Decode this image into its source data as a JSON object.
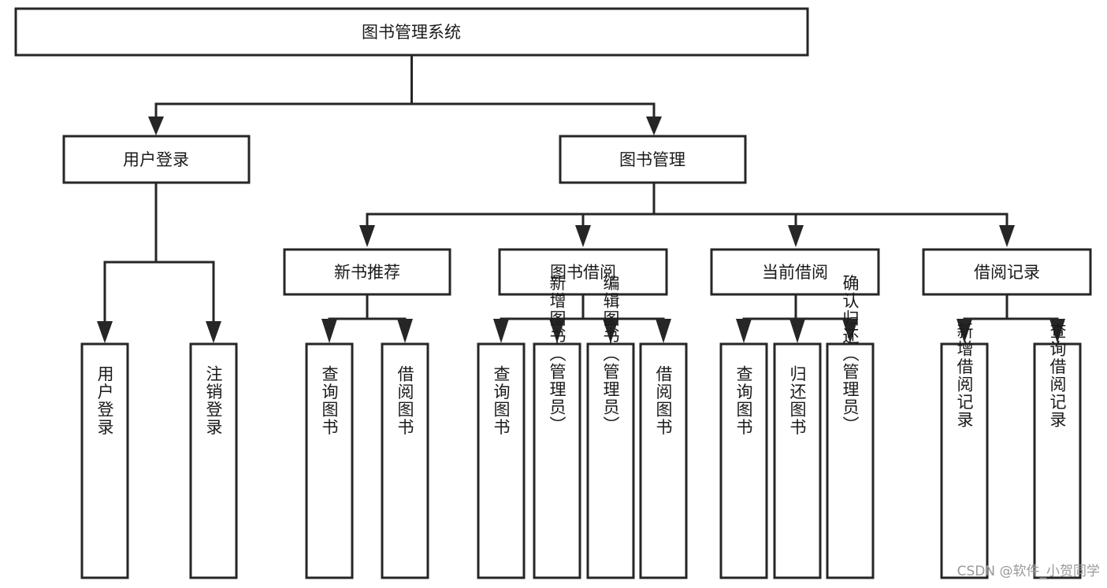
{
  "diagram": {
    "title": "图书管理系统",
    "type": "tree-hierarchy",
    "watermark": "CSDN @软件_小贺同学",
    "colors": {
      "stroke": "#262626",
      "fill": "#ffffff",
      "text": "#1a1a1a",
      "watermark": "#9a9a9a",
      "background": "#ffffff"
    },
    "root": {
      "id": "root",
      "label": "图书管理系统",
      "orientation": "horizontal"
    },
    "level2": [
      {
        "id": "user-login",
        "label": "用户登录",
        "orientation": "horizontal"
      },
      {
        "id": "book-management",
        "label": "图书管理",
        "orientation": "horizontal"
      }
    ],
    "level3": [
      {
        "id": "new-book-recommend",
        "label": "新书推荐",
        "orientation": "horizontal",
        "parent": "book-management"
      },
      {
        "id": "book-borrow",
        "label": "图书借阅",
        "orientation": "horizontal",
        "parent": "book-management"
      },
      {
        "id": "current-borrow",
        "label": "当前借阅",
        "orientation": "horizontal",
        "parent": "book-management"
      },
      {
        "id": "borrow-record",
        "label": "借阅记录",
        "orientation": "horizontal",
        "parent": "book-management"
      }
    ],
    "leaves": [
      {
        "id": "leaf-user-login",
        "label": "用户登录",
        "orientation": "vertical",
        "parent": "user-login"
      },
      {
        "id": "leaf-user-logout",
        "label": "注销登录",
        "orientation": "vertical",
        "parent": "user-login"
      },
      {
        "id": "leaf-query-book-1",
        "label": "查询图书",
        "orientation": "vertical",
        "parent": "new-book-recommend"
      },
      {
        "id": "leaf-borrow-book-1",
        "label": "借阅图书",
        "orientation": "vertical",
        "parent": "new-book-recommend"
      },
      {
        "id": "leaf-query-book-2",
        "label": "查询图书",
        "orientation": "vertical",
        "parent": "book-borrow"
      },
      {
        "id": "leaf-add-book-admin",
        "label": "新增图书（管理员）",
        "orientation": "vertical",
        "parent": "book-borrow"
      },
      {
        "id": "leaf-edit-book-admin",
        "label": "编辑图书（管理员）",
        "orientation": "vertical",
        "parent": "book-borrow"
      },
      {
        "id": "leaf-borrow-book-2",
        "label": "借阅图书",
        "orientation": "vertical",
        "parent": "book-borrow"
      },
      {
        "id": "leaf-query-book-3",
        "label": "查询图书",
        "orientation": "vertical",
        "parent": "current-borrow"
      },
      {
        "id": "leaf-return-book",
        "label": "归还图书",
        "orientation": "vertical",
        "parent": "current-borrow"
      },
      {
        "id": "leaf-confirm-return-admin",
        "label": "确认归还（管理员）",
        "orientation": "vertical",
        "parent": "current-borrow"
      },
      {
        "id": "leaf-add-borrow-record",
        "label": "新增借阅记录",
        "orientation": "vertical",
        "parent": "borrow-record"
      },
      {
        "id": "leaf-query-borrow-record",
        "label": "查询借阅记录",
        "orientation": "vertical",
        "parent": "borrow-record"
      }
    ]
  }
}
